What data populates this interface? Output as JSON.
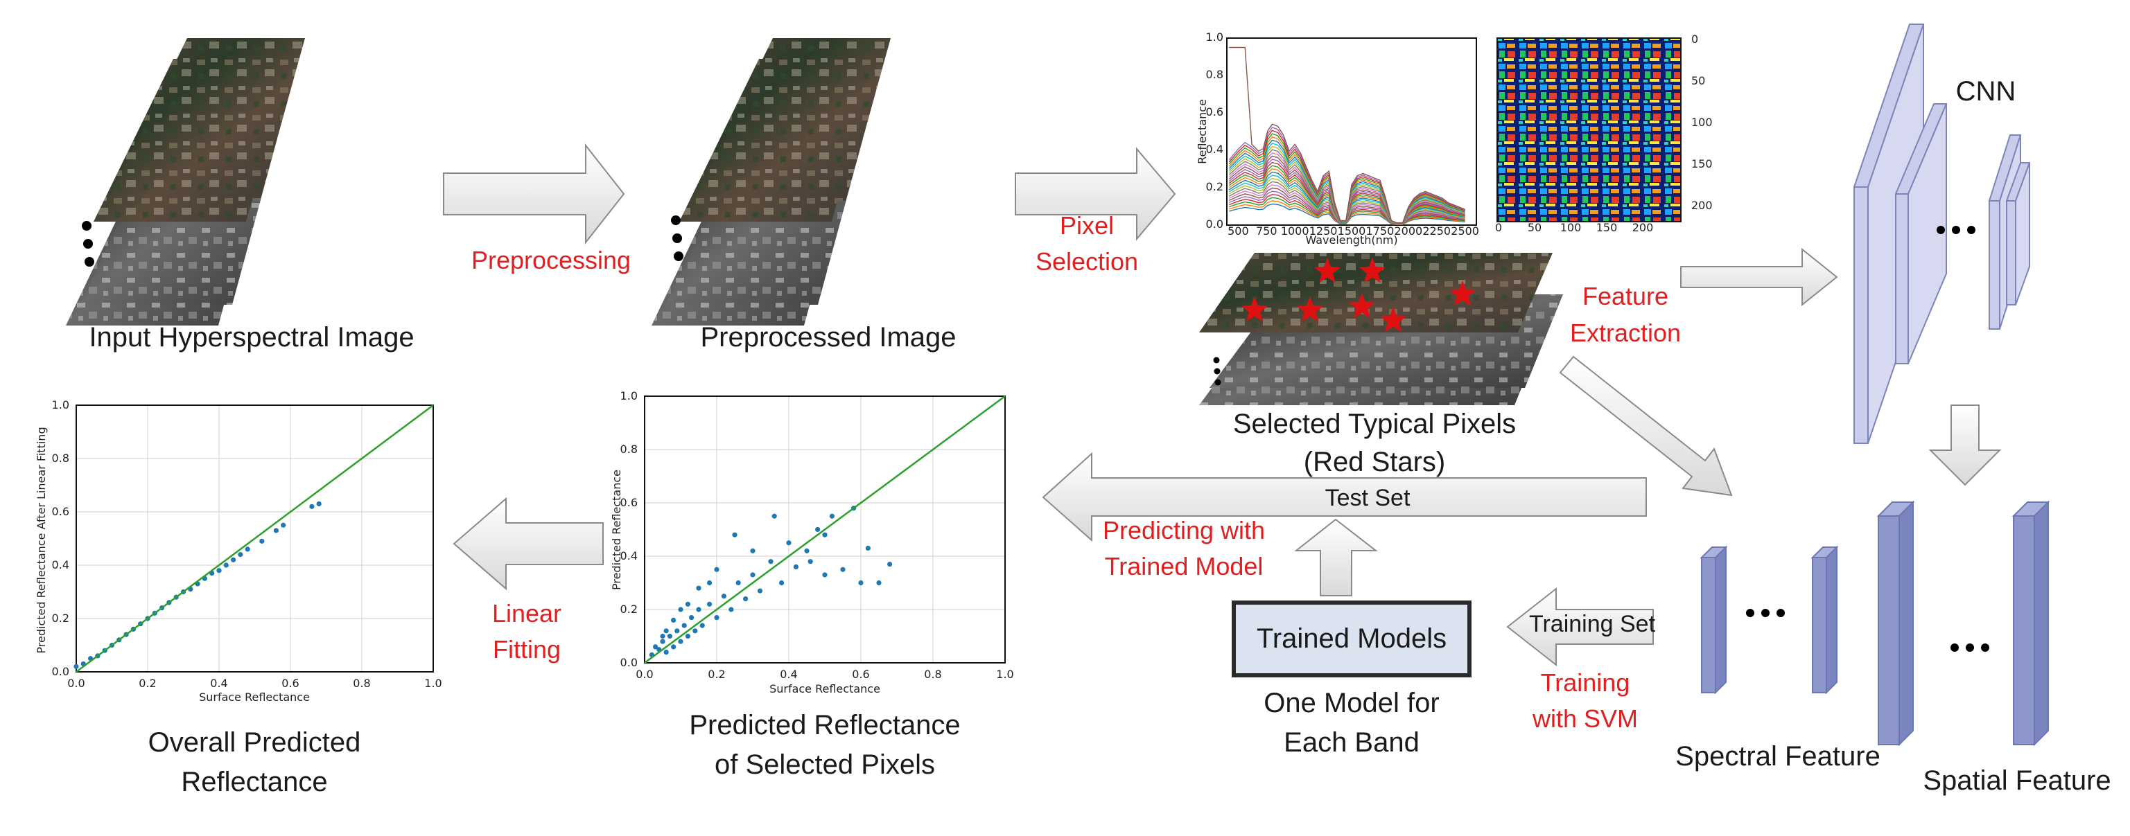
{
  "labels": {
    "input_image": "Input Hyperspectral Image",
    "preprocessed_image": "Preprocessed Image",
    "selected_pixels_1": "Selected Typical Pixels",
    "selected_pixels_2": "(Red Stars)",
    "predicted_sel_1": "Predicted Reflectance",
    "predicted_sel_2": "of Selected Pixels",
    "overall_1": "Overall Predicted",
    "overall_2": "Reflectance",
    "trained_models": "Trained Models",
    "one_model_1": "One Model for",
    "one_model_2": "Each Band",
    "cnn": "CNN",
    "spectral_feature": "Spectral Feature",
    "spatial_feature": "Spatial Feature",
    "test_set": "Test Set",
    "training_set": "Training Set"
  },
  "steps": {
    "preprocessing": "Preprocessing",
    "pixel_selection_1": "Pixel",
    "pixel_selection_2": "Selection",
    "feature_extraction_1": "Feature",
    "feature_extraction_2": "Extraction",
    "predicting_1": "Predicting with",
    "predicting_2": "Trained Model",
    "linear_fitting_1": "Linear",
    "linear_fitting_2": "Fitting",
    "training_1": "Training",
    "training_2": "with SVM"
  },
  "colors": {
    "step_label": "#e02020",
    "layer_fill": "#c9cdeb",
    "layer_fill_dark": "#8e97cc",
    "scatter_point": "#1f77b4",
    "fit_line": "#2ca02c",
    "box_fill": "#dbe3f1",
    "box_border": "#2b2b2b"
  },
  "chart_data": [
    {
      "type": "line",
      "xlabel": "Wavelength(nm)",
      "ylabel": "Reflectance",
      "xlim": [
        400,
        2600
      ],
      "ylim": [
        0,
        1.0
      ],
      "xticks": [
        "500",
        "750",
        "1000",
        "1250",
        "1500",
        "1750",
        "2000",
        "2250",
        "2500"
      ],
      "yticks": [
        "0.0",
        "0.2",
        "0.4",
        "0.6",
        "0.8",
        "1.0"
      ]
    },
    {
      "type": "heatmap",
      "xticks": [
        "0",
        "50",
        "100",
        "150",
        "200"
      ],
      "yticks": [
        "0",
        "50",
        "100",
        "150",
        "200"
      ]
    },
    {
      "type": "scatter",
      "xlabel": "Surface Reflectance",
      "ylabel": "Predicted Reflectance",
      "xlim": [
        0,
        1.0
      ],
      "ylim": [
        0,
        1.0
      ],
      "xticks": [
        "0.0",
        "0.2",
        "0.4",
        "0.6",
        "0.8",
        "1.0"
      ],
      "yticks": [
        "0.0",
        "0.2",
        "0.4",
        "0.6",
        "0.8",
        "1.0"
      ],
      "grid": true,
      "reference_line": [
        [
          0,
          0
        ],
        [
          1,
          1
        ]
      ],
      "points": [
        [
          0.02,
          0.03
        ],
        [
          0.04,
          0.05
        ],
        [
          0.05,
          0.08
        ],
        [
          0.06,
          0.04
        ],
        [
          0.07,
          0.1
        ],
        [
          0.08,
          0.06
        ],
        [
          0.09,
          0.12
        ],
        [
          0.1,
          0.08
        ],
        [
          0.11,
          0.14
        ],
        [
          0.12,
          0.1
        ],
        [
          0.13,
          0.17
        ],
        [
          0.14,
          0.12
        ],
        [
          0.15,
          0.2
        ],
        [
          0.16,
          0.14
        ],
        [
          0.18,
          0.22
        ],
        [
          0.2,
          0.17
        ],
        [
          0.22,
          0.25
        ],
        [
          0.24,
          0.2
        ],
        [
          0.26,
          0.3
        ],
        [
          0.28,
          0.24
        ],
        [
          0.3,
          0.33
        ],
        [
          0.32,
          0.27
        ],
        [
          0.35,
          0.38
        ],
        [
          0.38,
          0.3
        ],
        [
          0.4,
          0.45
        ],
        [
          0.42,
          0.36
        ],
        [
          0.45,
          0.42
        ],
        [
          0.48,
          0.5
        ],
        [
          0.5,
          0.33
        ],
        [
          0.52,
          0.55
        ],
        [
          0.55,
          0.35
        ],
        [
          0.6,
          0.3
        ],
        [
          0.65,
          0.3
        ],
        [
          0.68,
          0.37
        ],
        [
          0.62,
          0.43
        ],
        [
          0.58,
          0.58
        ],
        [
          0.5,
          0.48
        ],
        [
          0.46,
          0.38
        ],
        [
          0.36,
          0.55
        ],
        [
          0.3,
          0.42
        ],
        [
          0.25,
          0.48
        ],
        [
          0.2,
          0.35
        ],
        [
          0.18,
          0.3
        ],
        [
          0.15,
          0.28
        ],
        [
          0.12,
          0.22
        ],
        [
          0.1,
          0.2
        ],
        [
          0.08,
          0.16
        ],
        [
          0.06,
          0.12
        ],
        [
          0.05,
          0.1
        ],
        [
          0.03,
          0.06
        ]
      ]
    },
    {
      "type": "scatter",
      "xlabel": "Surface Reflectance",
      "ylabel": "Predicted Reflectance After Linear Fitting",
      "xlim": [
        0,
        1.0
      ],
      "ylim": [
        0,
        1.0
      ],
      "xticks": [
        "0.0",
        "0.2",
        "0.4",
        "0.6",
        "0.8",
        "1.0"
      ],
      "yticks": [
        "0.0",
        "0.2",
        "0.4",
        "0.6",
        "0.8",
        "1.0"
      ],
      "grid": true,
      "reference_line": [
        [
          0,
          0
        ],
        [
          1,
          1
        ]
      ],
      "points": [
        [
          0.0,
          0.02
        ],
        [
          0.02,
          0.03
        ],
        [
          0.04,
          0.05
        ],
        [
          0.06,
          0.06
        ],
        [
          0.08,
          0.08
        ],
        [
          0.1,
          0.1
        ],
        [
          0.12,
          0.12
        ],
        [
          0.14,
          0.14
        ],
        [
          0.16,
          0.16
        ],
        [
          0.18,
          0.18
        ],
        [
          0.2,
          0.2
        ],
        [
          0.22,
          0.22
        ],
        [
          0.24,
          0.24
        ],
        [
          0.26,
          0.26
        ],
        [
          0.28,
          0.28
        ],
        [
          0.3,
          0.3
        ],
        [
          0.32,
          0.31
        ],
        [
          0.34,
          0.33
        ],
        [
          0.36,
          0.35
        ],
        [
          0.38,
          0.37
        ],
        [
          0.4,
          0.38
        ],
        [
          0.42,
          0.4
        ],
        [
          0.44,
          0.42
        ],
        [
          0.46,
          0.44
        ],
        [
          0.48,
          0.46
        ],
        [
          0.52,
          0.49
        ],
        [
          0.56,
          0.53
        ],
        [
          0.58,
          0.55
        ],
        [
          0.66,
          0.62
        ],
        [
          0.68,
          0.63
        ]
      ]
    }
  ]
}
